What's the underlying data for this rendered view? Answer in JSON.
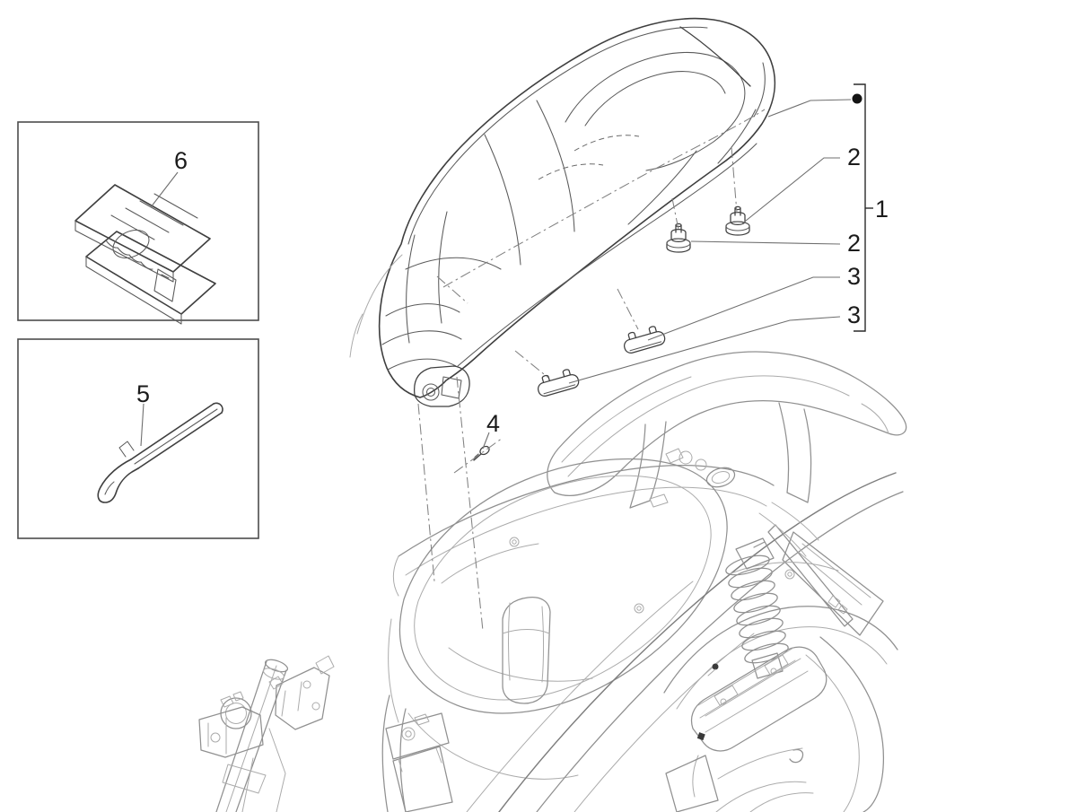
{
  "diagram": {
    "kind": "exploded-parts-line-drawing",
    "subject": "scooter saddle assembly with mounting hardware, tools and phantom rear body",
    "background": "#ffffff"
  },
  "colors": {
    "dark_line": "#3f3f3f",
    "detail_line": "#5a5a5a",
    "body_line": "#909090",
    "body_line_light": "#ababab",
    "leader_line": "#6f6f6f",
    "dashdot_line": "#828282",
    "label_color": "#1b1b1b",
    "box_border": "#4d4d4d",
    "dot_color": "#141414"
  },
  "callouts": {
    "c1": {
      "label": "1"
    },
    "c2_upper": {
      "label": "2"
    },
    "c2_lower": {
      "label": "2"
    },
    "c3_upper": {
      "label": "3"
    },
    "c3_lower": {
      "label": "3"
    },
    "c4": {
      "label": "4"
    },
    "c5": {
      "label": "5"
    },
    "c6": {
      "label": "6"
    }
  }
}
